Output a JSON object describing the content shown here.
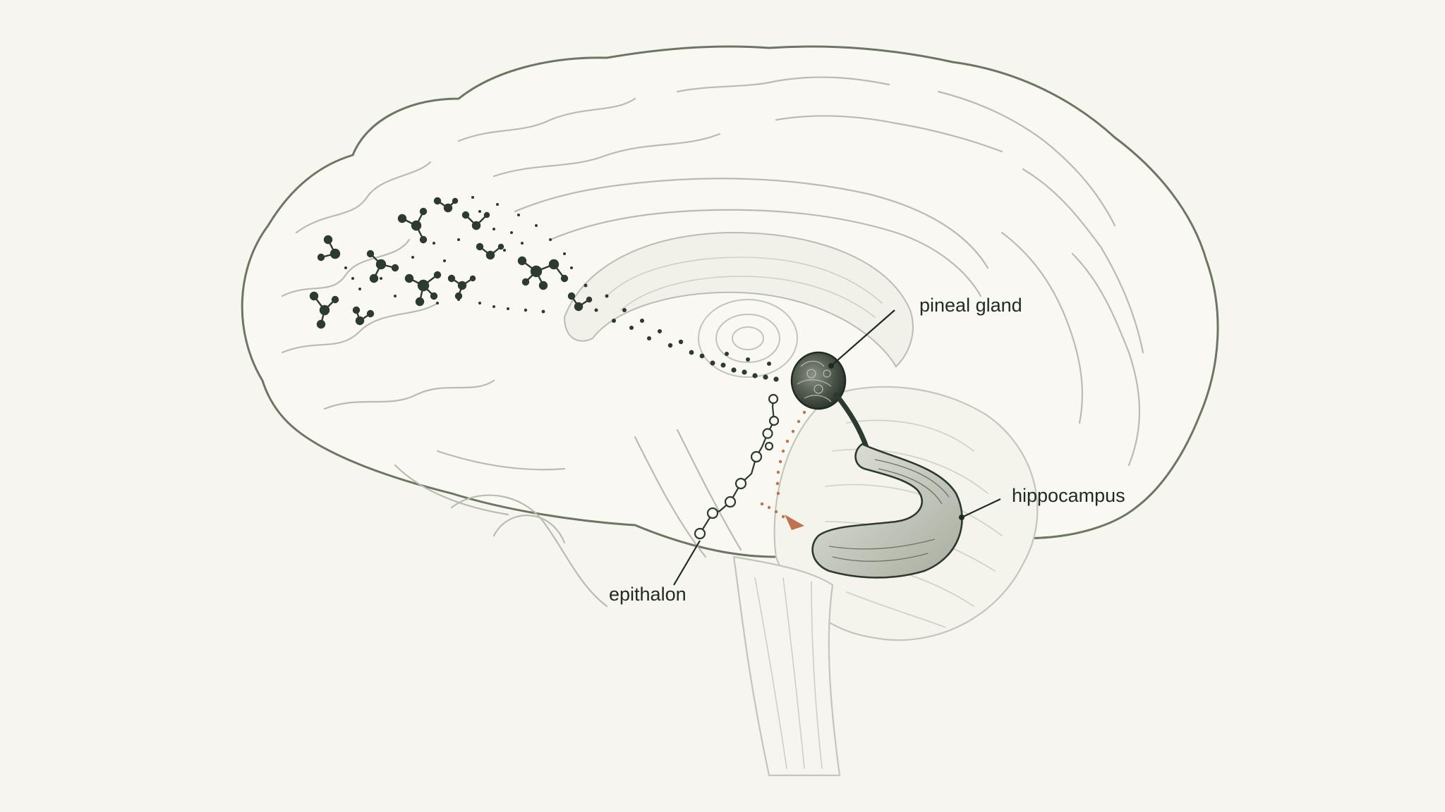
{
  "labels": {
    "pineal": "pineal gland",
    "hippocampus": "hippocampus",
    "epithalon": "epithalon"
  },
  "colors": {
    "background": "#f7f5ef",
    "ink": "#1f2a22",
    "brain_line": "#b9bcb0",
    "arrow": "#c0714e"
  },
  "icons": {
    "molecules": "ball-and-stick-molecule",
    "peptide": "peptide-chain",
    "arrow": "dotted-arrow"
  }
}
